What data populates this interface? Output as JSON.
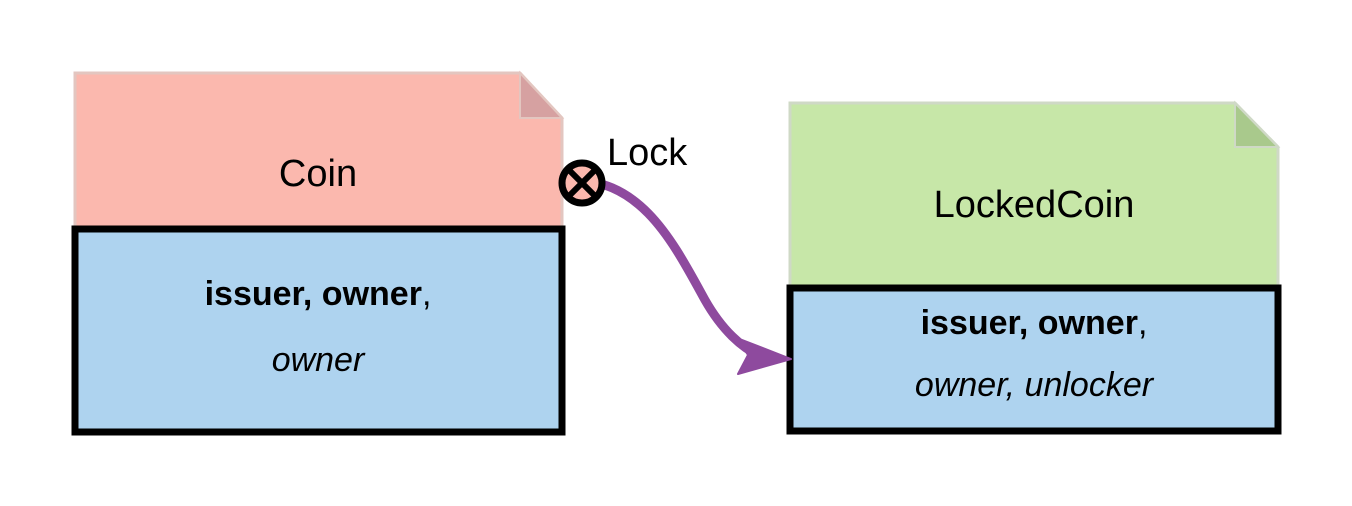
{
  "diagram": {
    "type": "uml-note-nodes-with-transition",
    "background": "#ffffff",
    "nodes": [
      {
        "id": "coin",
        "title": "Coin",
        "header_fill": "#fbb8ae",
        "header_fold_fill": "#d6a1a1",
        "body_fill": "#aed3ef",
        "border": "#000000",
        "attributes_bold": "issuer, owner",
        "attributes_bold_trailing": ",",
        "attributes_italic": "owner"
      },
      {
        "id": "lockedcoin",
        "title": "LockedCoin",
        "header_fill": "#c7e7a8",
        "header_fold_fill": "#a9c98c",
        "body_fill": "#aed3ef",
        "border": "#000000",
        "attributes_bold": "issuer, owner",
        "attributes_bold_trailing": ",",
        "attributes_italic": "owner, unlocker"
      }
    ],
    "edge": {
      "label": "Lock",
      "color": "#8e4a9e",
      "source_decoration": "circled-x-icon",
      "source_decoration_fill": "#fbb8ae",
      "target_decoration": "arrowhead",
      "from": "coin",
      "to": "lockedcoin"
    }
  }
}
